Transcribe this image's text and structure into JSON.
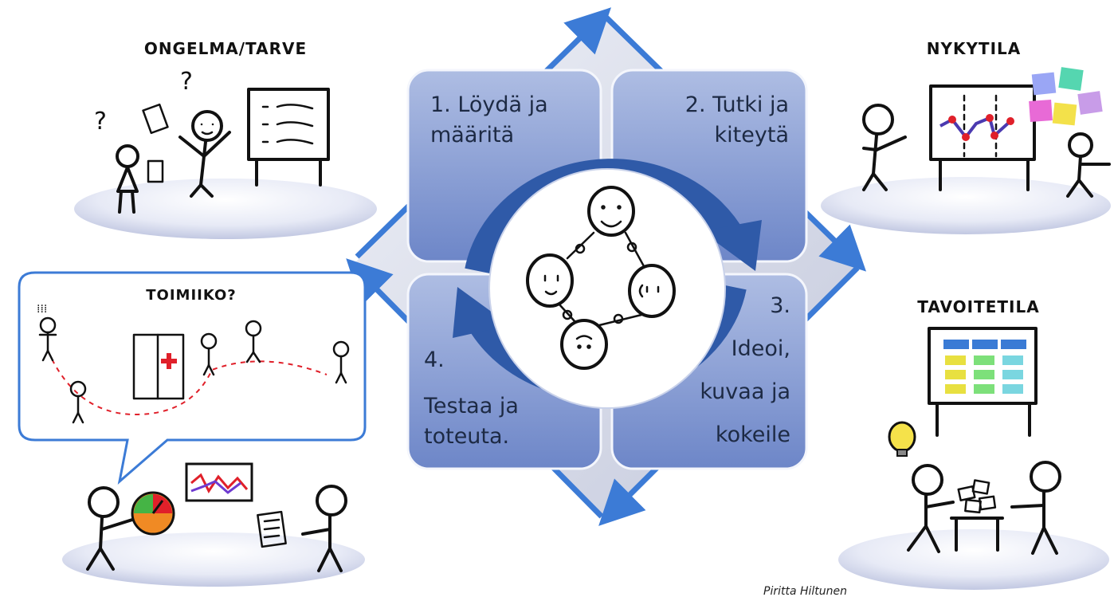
{
  "scenes": {
    "top_left_title": "ONGELMA/TARVE",
    "top_right_title": "NYKYTILA",
    "bottom_right_title": "TAVOITETILA",
    "bubble_title": "TOIMIIKO?"
  },
  "steps": [
    {
      "line1": "1. Löydä ja",
      "line2": "määritä"
    },
    {
      "line1": "2. Tutki ja",
      "line2": "kiteytä"
    },
    {
      "line1": "3.",
      "line2": "Ideoi,",
      "line3": "kuvaa ja",
      "line4": "kokeile"
    },
    {
      "line1": "4.",
      "line2": "Testaa ja",
      "line3": "toteuta."
    }
  ],
  "author": "Piritta Hiltunen",
  "colors": {
    "tile_top": "#a9b9e0",
    "tile_bottom": "#6f88c9",
    "cycle_arrow": "#2f5aa8",
    "outer_arrow": "#3c7bd6",
    "platform": "#dfe3f3",
    "red": "#e0202a"
  },
  "icons": [
    "question-mark-icon",
    "lightbulb-icon",
    "gauge-icon",
    "first-aid-cross-icon"
  ]
}
